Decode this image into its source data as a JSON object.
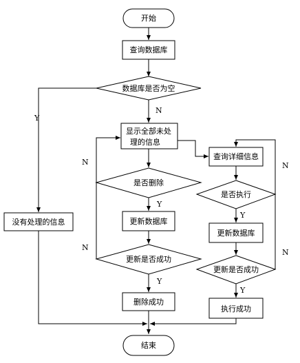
{
  "flowchart": {
    "start": "开始",
    "query_db": "查询数据库",
    "db_empty": "数据库是否为空",
    "no_info": "没有处理的信息",
    "show_all_line1": "显示全部未处",
    "show_all_line2": "理的信息",
    "delete_q": "是否删除",
    "update_db_left": "更新数据库",
    "update_ok_left": "更新是否成功",
    "delete_ok": "删除成功",
    "query_detail": "查询详细信息",
    "execute_q": "是否执行",
    "update_db_right": "更新数据库",
    "update_ok_right": "更新是否成功",
    "execute_ok": "执行成功",
    "end": "结束"
  },
  "branch_labels": {
    "yes": "Y",
    "no": "N"
  }
}
